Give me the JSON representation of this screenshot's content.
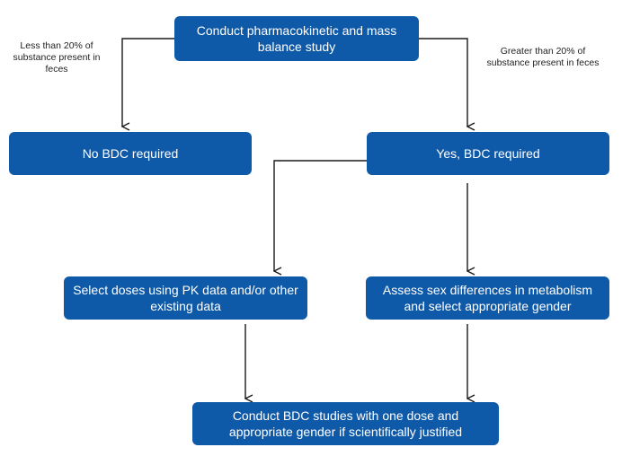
{
  "flowchart": {
    "nodes": {
      "start": "Conduct pharmacokinetic and mass balance study",
      "no_bdc": "No BDC required",
      "yes_bdc": "Yes, BDC required",
      "select_doses": "Select doses using PK data and/or other existing data",
      "assess_sex": "Assess sex differences in metabolism and select appropriate gender",
      "conduct_bdc": "Conduct BDC studies with one dose and appropriate gender if scientifically justified"
    },
    "edge_labels": {
      "left": "Less than 20% of substance present in feces",
      "right": "Greater than 20% of substance present in feces"
    },
    "colors": {
      "box": "#0f5aa8",
      "box_text": "#ffffff",
      "line": "#1a1a1a"
    }
  }
}
